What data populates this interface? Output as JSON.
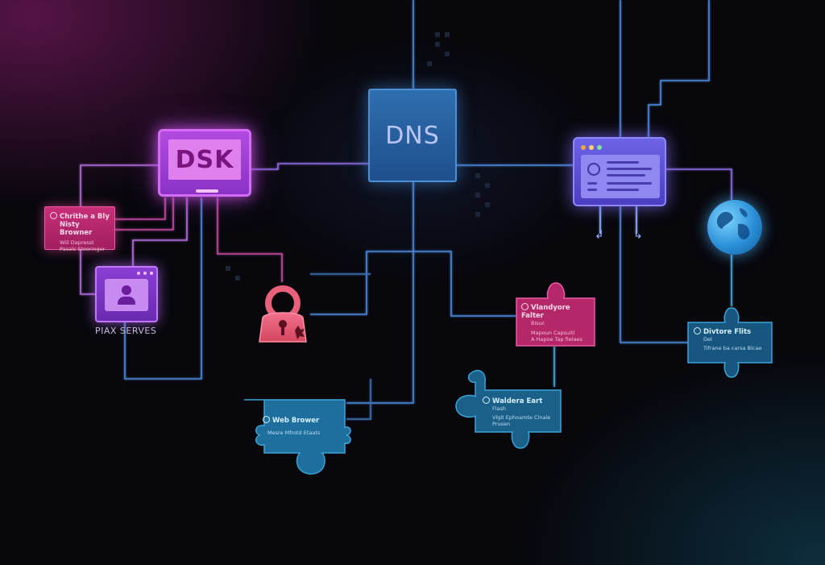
{
  "diagram": {
    "nodes": {
      "dsk": {
        "label": "DSK",
        "icon": "laptop-icon"
      },
      "dns": {
        "label": "DNS"
      },
      "browser_window": {
        "icon": "browser-window-icon"
      },
      "globe": {
        "icon": "globe-icon"
      },
      "lock": {
        "icon": "lock-icon"
      },
      "profile_window": {
        "icon": "user-profile-icon",
        "caption": "PIAX SERVES"
      }
    },
    "cards": {
      "card_top_left": {
        "title_line1": "Chrithe a Bly",
        "title_line2": "Nisty Browner",
        "sub_line1": "Wiil Dapresst",
        "sub_line2": "Pasals Stooringer"
      },
      "card_mid_pink": {
        "title_line1": "Vlandyore Falter",
        "title_line2": "Bisuc",
        "sub_line1": "Mapoun Capsuitl",
        "sub_line2": "A Hapoe Tap fielaes"
      },
      "card_right_blue": {
        "title_line1": "Divtore Flits",
        "title_line2": "Del",
        "sub_line1": "Tifrane ba carsa Blcae"
      },
      "card_web_browser": {
        "title": "Web Brower",
        "sub": "Mesre Mfrotd Etaats"
      },
      "card_mid_blue": {
        "title_line1": "Waldera Eart",
        "title_line2": "Flash",
        "sub_line1": "Vlgit Ephoamte Clnale",
        "sub_line2": "Prusen"
      }
    },
    "colors": {
      "pink": "#c82f78",
      "purple": "#b14be0",
      "blue": "#1f6b97",
      "indigo": "#6d63e6",
      "wire_purple": "#b06bd8",
      "wire_blue": "#4b86d6",
      "wire_cyan": "#46a6d8"
    }
  }
}
